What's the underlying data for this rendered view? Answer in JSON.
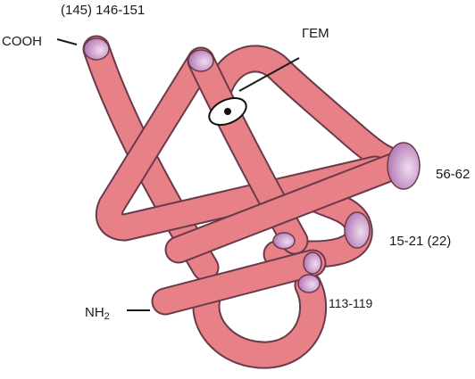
{
  "labels": {
    "cooh": "COOH",
    "cooh_range": "(145) 146-151",
    "heme": "ГЕМ",
    "nh2": "NH",
    "nh2_sub": "2",
    "range_56_62": "56-62",
    "range_15_21": "15-21 (22)",
    "range_113_119": "113-119"
  },
  "colors": {
    "tube": "#e88088",
    "tube_edge": "#6b3a4a",
    "end_cap": "#c896c8",
    "end_cap_light": "#e6c6e6",
    "heme_ring": "#ffffff",
    "heme_center": "#111111",
    "leader": "#1a1a1a"
  }
}
